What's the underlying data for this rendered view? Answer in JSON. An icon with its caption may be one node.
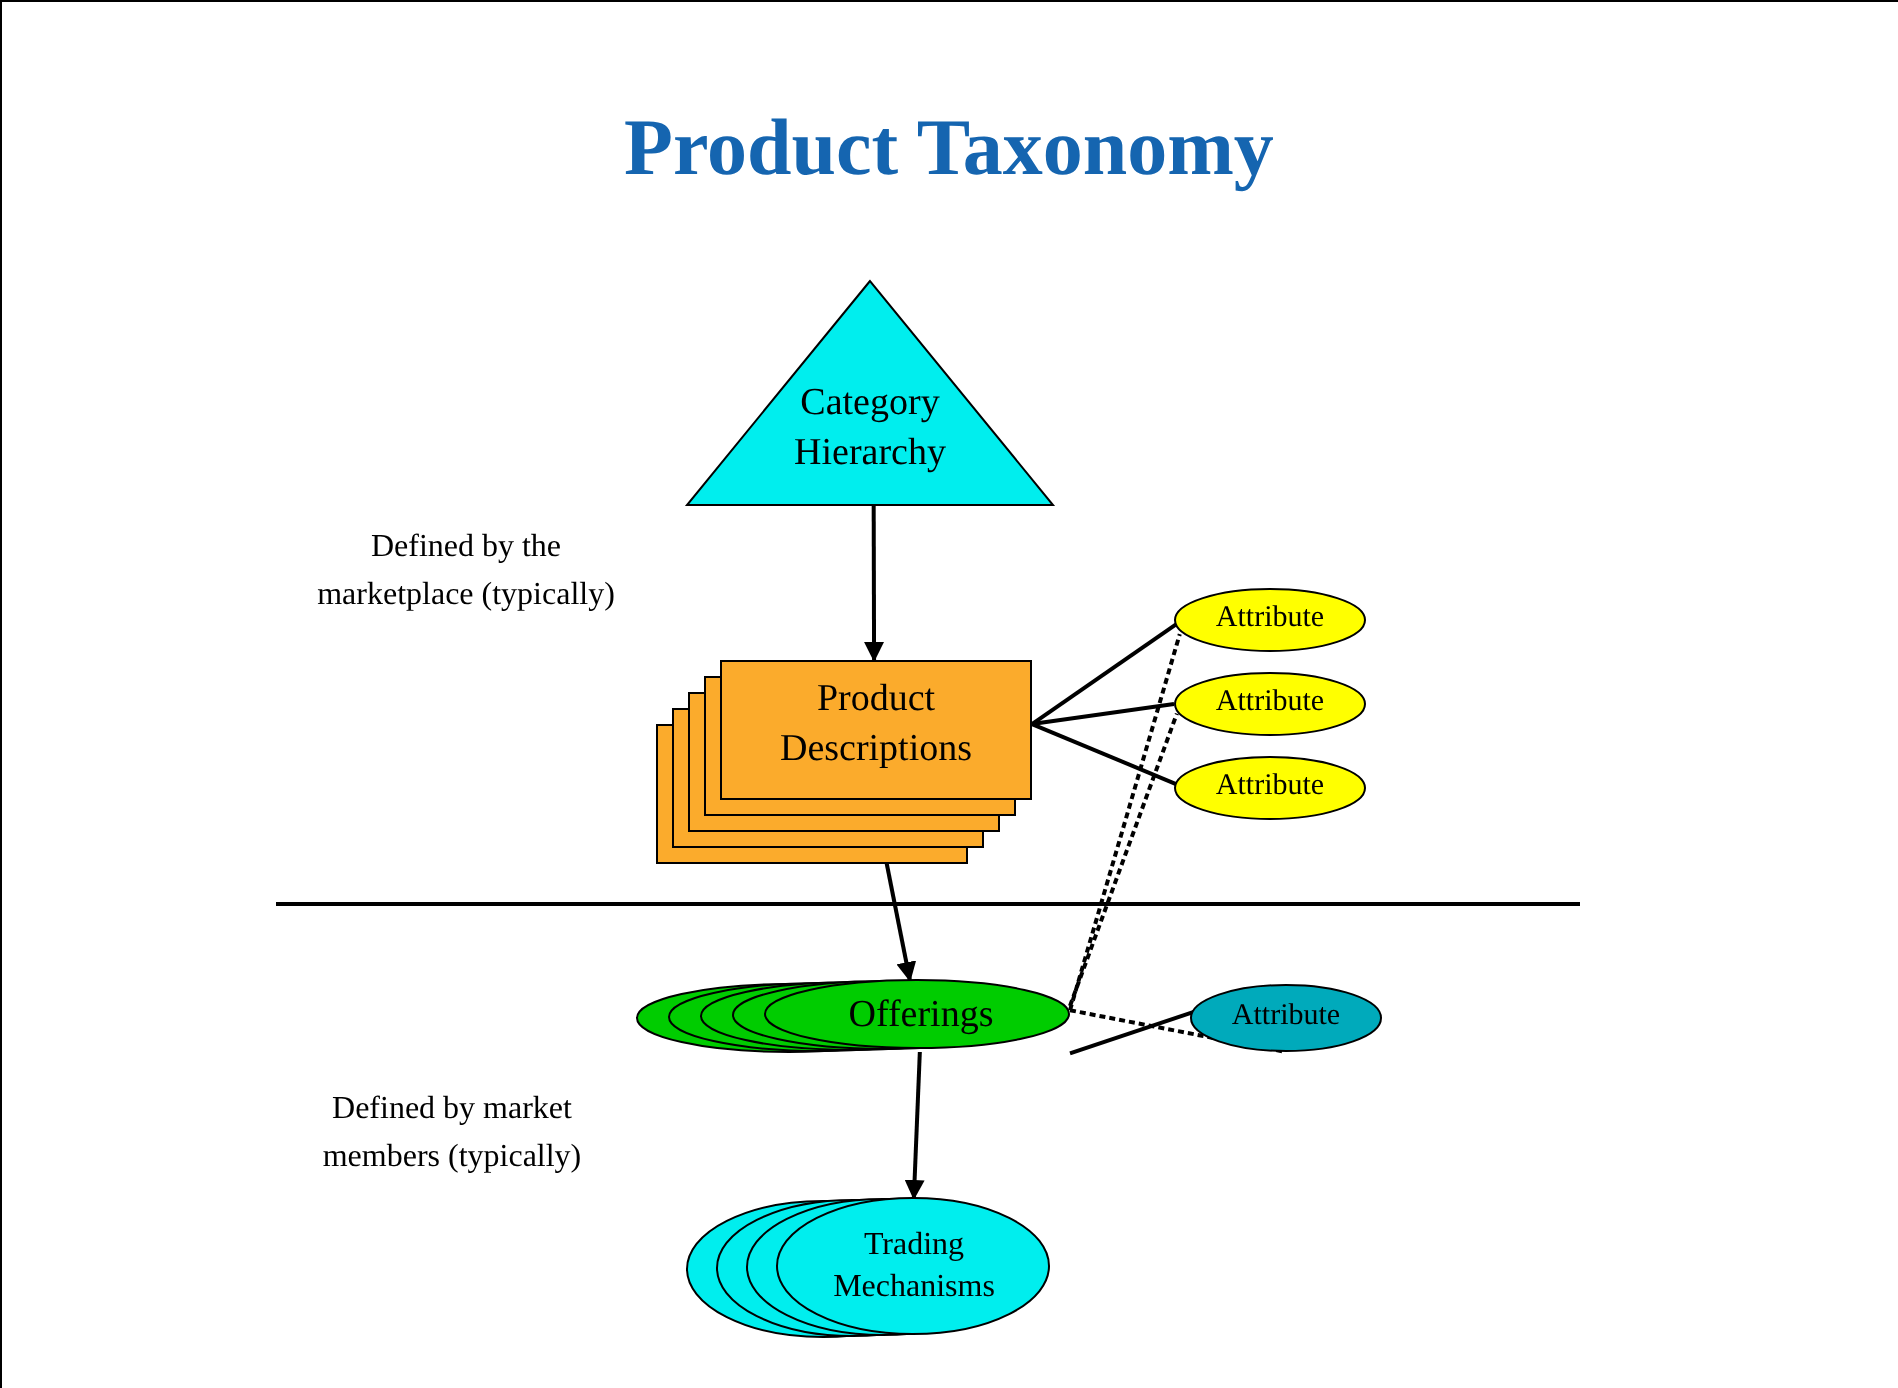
{
  "diagram": {
    "title": "Product Taxonomy",
    "nodes": [
      {
        "text": [
          "Category Hierarchy"
        ]
      },
      {
        "text": [
          "Product Descriptions"
        ]
      },
      {
        "text": [
          "Attribute"
        ]
      },
      {
        "text": [
          "Attribute"
        ]
      },
      {
        "text": [
          "Attribute"
        ]
      },
      {
        "text": [
          "Offerings"
        ]
      },
      {
        "text": [
          "Attribute"
        ]
      },
      {
        "text": [
          "Trading Mechanisms"
        ]
      }
    ],
    "edges": [
      {
        "from": 0,
        "to": 1,
        "arrow": "to"
      },
      {
        "from": 1,
        "to": 2,
        "arrow": "none"
      },
      {
        "from": 1,
        "to": 3,
        "arrow": "none"
      },
      {
        "from": 1,
        "to": 4,
        "arrow": "none"
      },
      {
        "from": 1,
        "to": 5,
        "arrow": "to"
      },
      {
        "from": 5,
        "to": 2,
        "arrow": "none",
        "style": "dashed"
      },
      {
        "from": 5,
        "to": 3,
        "arrow": "none",
        "style": "dashed"
      },
      {
        "from": 5,
        "to": 6,
        "arrow": "none",
        "style": "dashed"
      },
      {
        "from": 6,
        "to": 5,
        "arrow": "none"
      },
      {
        "from": 5,
        "to": 7,
        "arrow": "to"
      }
    ],
    "labels": [
      "Defined by the marketplace (typically)",
      "Defined by market members (typically)"
    ]
  }
}
